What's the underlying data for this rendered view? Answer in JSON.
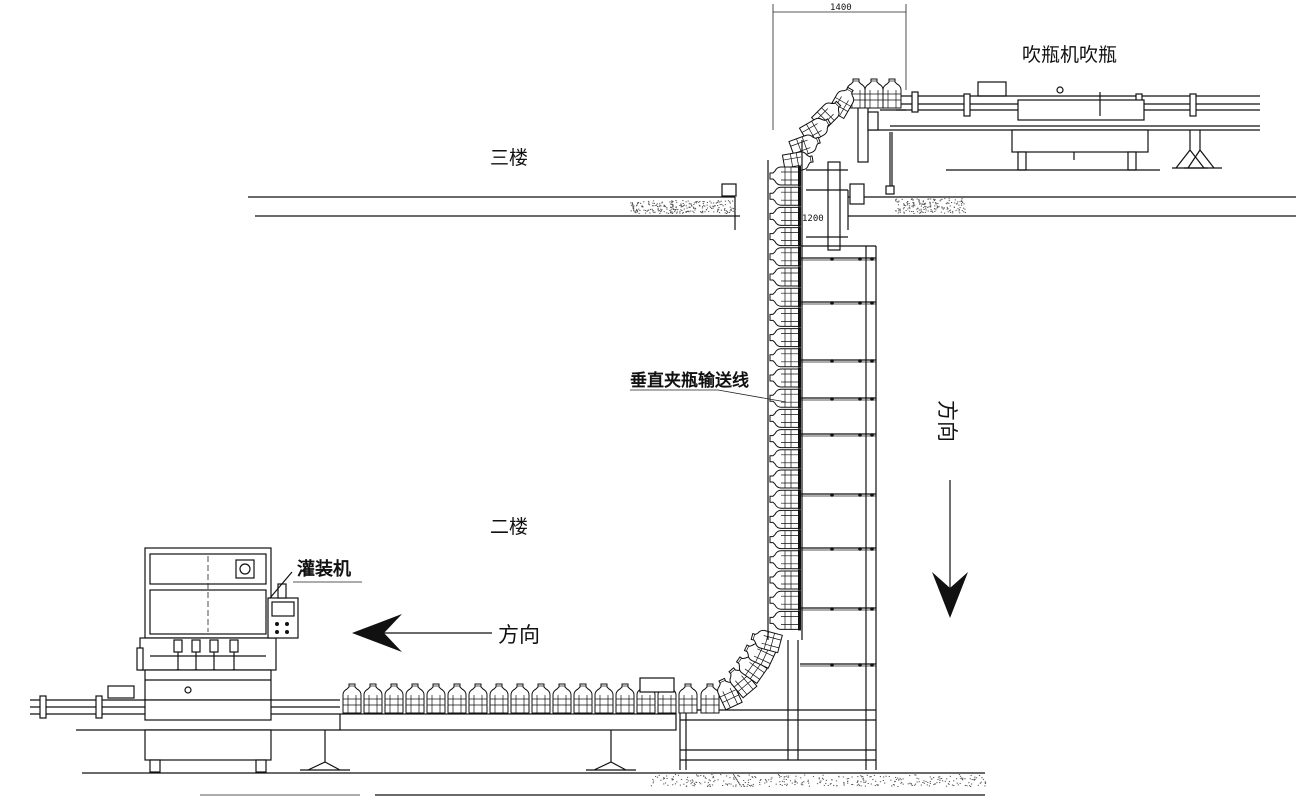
{
  "labels": {
    "blow_machine": "吹瓶机吹瓶",
    "third_floor": "三楼",
    "second_floor": "二楼",
    "vertical_conveyor": "垂直夹瓶输送线",
    "filling_machine": "灌装机",
    "direction_horizontal": "方向",
    "direction_vertical": "方向"
  },
  "dimensions": {
    "top_width": "1400",
    "mid_width": "1200"
  },
  "icons": {
    "horizontal_arrow": "arrow-left-icon",
    "vertical_arrow": "arrow-down-icon"
  }
}
